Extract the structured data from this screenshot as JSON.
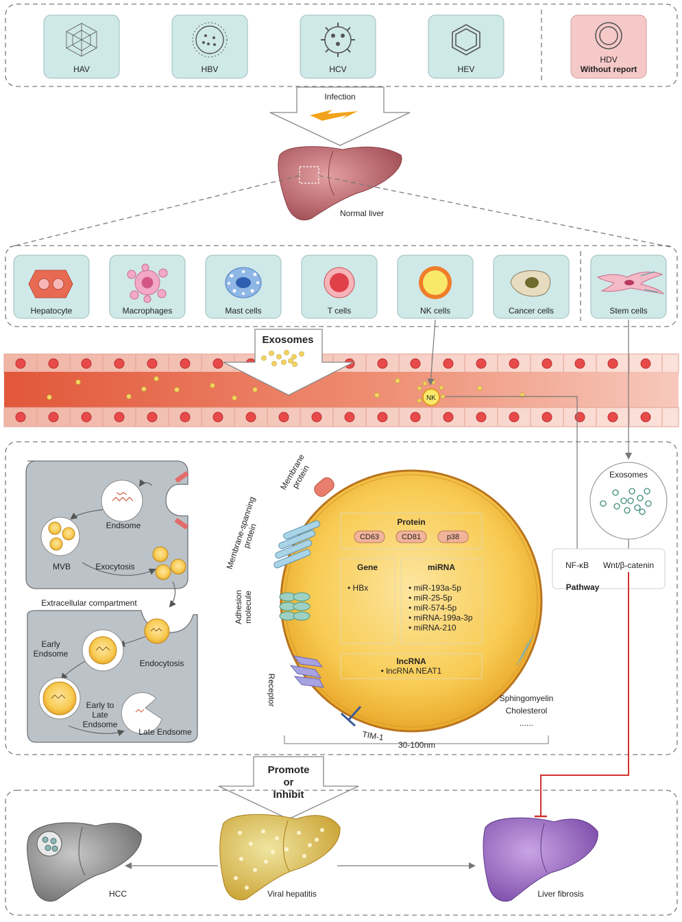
{
  "viruses": [
    {
      "label": "HAV",
      "icon": "icosahedral-virus-icon"
    },
    {
      "label": "HBV",
      "icon": "spiked-virus-icon"
    },
    {
      "label": "HCV",
      "icon": "coronavirus-icon"
    },
    {
      "label": "HEV",
      "icon": "hexagon-virus-icon"
    }
  ],
  "hdv": {
    "label": "HDV",
    "note": "Without report",
    "icon": "ring-virus-icon"
  },
  "infection": {
    "label": "Infection",
    "icon": "lightning-icon"
  },
  "normal_liver": {
    "label": "Normal liver"
  },
  "cells": [
    {
      "label": "Hepatocyte",
      "icon": "hepatocyte-icon"
    },
    {
      "label": "Macrophages",
      "icon": "macrophage-icon"
    },
    {
      "label": "Mast cells",
      "icon": "mast-cell-icon"
    },
    {
      "label": "T cells",
      "icon": "t-cell-icon"
    },
    {
      "label": "NK cells",
      "icon": "nk-cell-icon"
    },
    {
      "label": "Cancer cells",
      "icon": "cancer-cell-icon"
    }
  ],
  "stem_cells": {
    "label": "Stem cells",
    "icon": "stem-cell-icon"
  },
  "exosomes_arrow": {
    "label": "Exosomes"
  },
  "vessel": {
    "nk_label": "NK"
  },
  "biogenesis": {
    "endosome": "Endsome",
    "mvb": "MVB",
    "exocytosis": "Exocytosis",
    "extracellular": "Extracellular compartment",
    "endocytosis": "Endocytosis",
    "early_endosome": "Early\nEndsome",
    "early_to_late": "Early to\nLate\nEndsome",
    "late_endosome": "Late Endsome"
  },
  "exosome_structure": {
    "membrane_protein": "Membrane\nprotein",
    "membrane_spanning": "Membrane-spanning\nprotein",
    "adhesion": "Adhesion\nmolecule",
    "receptor": "Receptor",
    "tim1": "TIM-1",
    "lipids": [
      "Sphingomyelin",
      "Cholesterol",
      "......"
    ],
    "size": "30-100nm",
    "protein_title": "Protein",
    "proteins": [
      "CD63",
      "CD81",
      "p38"
    ],
    "gene_title": "Gene",
    "genes": [
      "HBx"
    ],
    "mirna_title": "miRNA",
    "mirnas": [
      "miR-193a-5p",
      "miR-25-5p",
      "miR-574-5p",
      "miRNA-199a-3p",
      "miRNA-210"
    ],
    "lncrna_title": "lncRNA",
    "lncrnas": [
      "lncRNA NEAT1"
    ]
  },
  "stem_exosomes": {
    "label": "Exosomes"
  },
  "pathway": {
    "title": "Pathway",
    "items": [
      "NF-κB",
      "Wnt/β-catenin"
    ]
  },
  "outcome_arrow": {
    "label": "Promote\nor\nInhibit"
  },
  "outcomes": {
    "hcc": "HCC",
    "viral_hepatitis": "Viral hepatitis",
    "liver_fibrosis": "Liver fibrosis"
  },
  "colors": {
    "virus_box": "#cfe8e8",
    "hdv_box": "#f6c9c9",
    "cell_box": "#cfe8e8",
    "vessel_dark": "#e2573a",
    "vessel_light": "#f6c4b6",
    "exosome_fill": "#f5c242",
    "inhibit_line": "#d0312d",
    "box_border": "#7a7a7a"
  }
}
